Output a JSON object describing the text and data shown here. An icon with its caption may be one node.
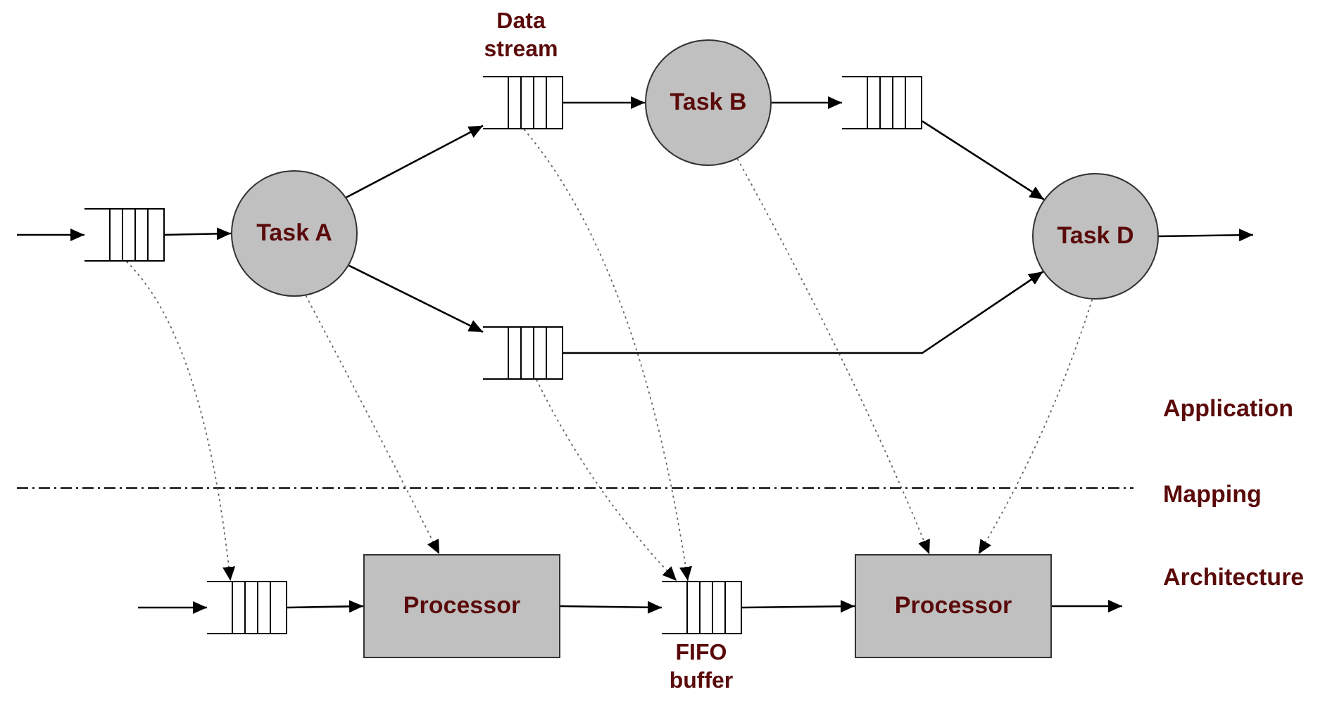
{
  "diagram": {
    "nodes": [
      {
        "text": [],
        "shape": "queue"
      },
      {
        "text": [
          "Task A"
        ]
      },
      {
        "text": [],
        "shape": "queue",
        "beside": [
          "Data stream"
        ]
      },
      {
        "text": [
          "Task B"
        ]
      },
      {
        "text": [],
        "shape": "queue"
      },
      {
        "text": [],
        "shape": "queue"
      },
      {
        "text": [
          "Task D"
        ]
      },
      {
        "text": [],
        "shape": "queue"
      },
      {
        "text": [
          "Processor"
        ]
      },
      {
        "text": [],
        "shape": "queue",
        "beside": [
          "FIFO buffer"
        ]
      },
      {
        "text": [
          "Processor"
        ]
      }
    ],
    "edges": [
      {
        "from": null,
        "to": 0,
        "arrow": "to"
      },
      {
        "from": 0,
        "to": 1,
        "arrow": "to"
      },
      {
        "from": 1,
        "to": 2,
        "arrow": "to"
      },
      {
        "from": 2,
        "to": 3,
        "arrow": "to"
      },
      {
        "from": 3,
        "to": 4,
        "arrow": "to"
      },
      {
        "from": 4,
        "to": 6,
        "arrow": "to"
      },
      {
        "from": 1,
        "to": 5,
        "arrow": "to"
      },
      {
        "from": 5,
        "to": 6,
        "arrow": "to"
      },
      {
        "from": 6,
        "to": null,
        "arrow": "to"
      },
      {
        "from": null,
        "to": 7,
        "arrow": "to"
      },
      {
        "from": 7,
        "to": 8,
        "arrow": "to"
      },
      {
        "from": 8,
        "to": 9,
        "arrow": "to"
      },
      {
        "from": 9,
        "to": 10,
        "arrow": "to"
      },
      {
        "from": 10,
        "to": null,
        "arrow": "to"
      },
      {
        "from": 0,
        "to": 7,
        "arrow": "to",
        "style": "dashed",
        "color": "#666666"
      },
      {
        "from": 1,
        "to": 8,
        "arrow": "to",
        "style": "dashed",
        "color": "#666666"
      },
      {
        "from": 2,
        "to": 9,
        "arrow": "to",
        "style": "dashed",
        "color": "#666666"
      },
      {
        "from": 5,
        "to": 9,
        "arrow": "to",
        "style": "dashed",
        "color": "#666666"
      },
      {
        "from": 3,
        "to": 10,
        "arrow": "to",
        "style": "dashed",
        "color": "#666666"
      },
      {
        "from": 6,
        "to": 10,
        "arrow": "to",
        "style": "dashed",
        "color": "#666666"
      }
    ],
    "labels": [
      "Application",
      "Mapping",
      "Architecture"
    ]
  }
}
